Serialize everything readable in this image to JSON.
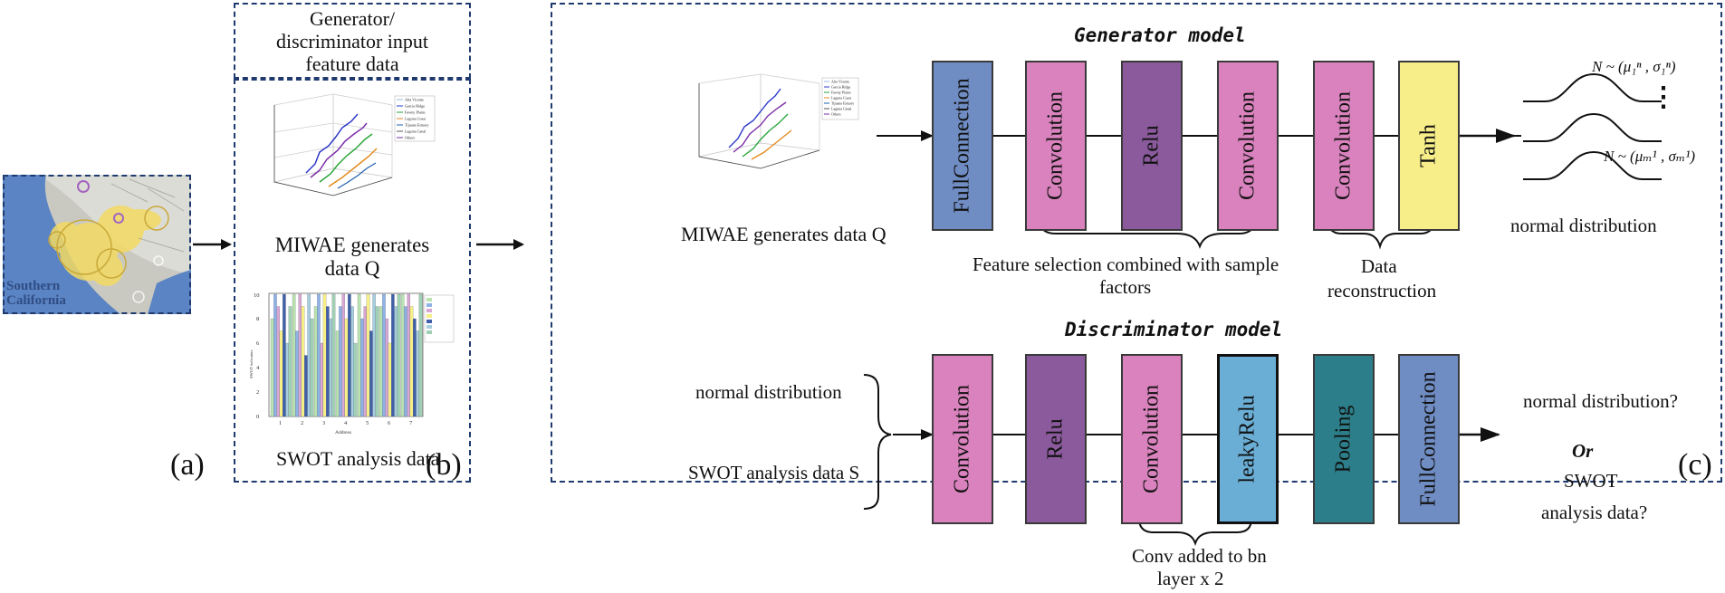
{
  "panels": {
    "a_label": "(a)",
    "b_label": "(b)",
    "c_label": "(c)"
  },
  "panel_a": {
    "map_text_line1": "Southern",
    "map_text_line2": "California"
  },
  "panel_b": {
    "header": [
      "Generator/",
      "discriminator input",
      "feature data"
    ],
    "miwae_caption": [
      "MIWAE generates",
      "data Q"
    ],
    "swot_caption": "SWOT analysis data",
    "chart3d_legend": [
      "Alta Vicente",
      "Garcia Ridge",
      "Fawny Plains",
      "Laguna Coast",
      "Tijuana Estuary",
      "Laguna Canal",
      "Others"
    ],
    "bar_chart": {
      "ylabel": "SWOT indicators",
      "xlabel": "Address",
      "x_ticks": [
        "1",
        "2",
        "3",
        "4",
        "5",
        "6",
        "7"
      ],
      "y_ticks": [
        "0",
        "2",
        "4",
        "6",
        "8",
        "10"
      ]
    }
  },
  "generator": {
    "title": "Generator model",
    "input_caption": "MIWAE generates data Q",
    "blocks": [
      "FullConnection",
      "Convolution",
      "Relu",
      "Convolution",
      "Convolution",
      "Tanh"
    ],
    "brace1_caption": [
      "Feature selection combined with sample",
      "factors"
    ],
    "brace2_caption": [
      "Data",
      "reconstruction"
    ],
    "output_caption": "normal distribution",
    "dist_label_top": "N ~ (μ₁ⁿ , σ₁ⁿ)",
    "dist_label_bottom": "N ~ (μₘ¹ , σₘ¹)",
    "dots": "⋮"
  },
  "discriminator": {
    "title": "Discriminator model",
    "inputs": [
      "normal distribution",
      "SWOT analysis data S"
    ],
    "blocks": [
      "Convolution",
      "Relu",
      "Convolution",
      "leakyRelu",
      "Pooling",
      "FullConnection"
    ],
    "brace_caption": [
      "Conv added to bn",
      "layer x 2"
    ],
    "output": [
      "normal distribution?",
      "Or",
      "SWOT",
      "analysis data?"
    ]
  },
  "colors": {
    "fullconnection": "#6f8cc3",
    "convolution": "#d982bd",
    "relu": "#8a5a9c",
    "tanh": "#f7ee8a",
    "leakyrelu": "#6aaed6",
    "pooling": "#2c7f8a",
    "frame": "#1f3a6e"
  }
}
